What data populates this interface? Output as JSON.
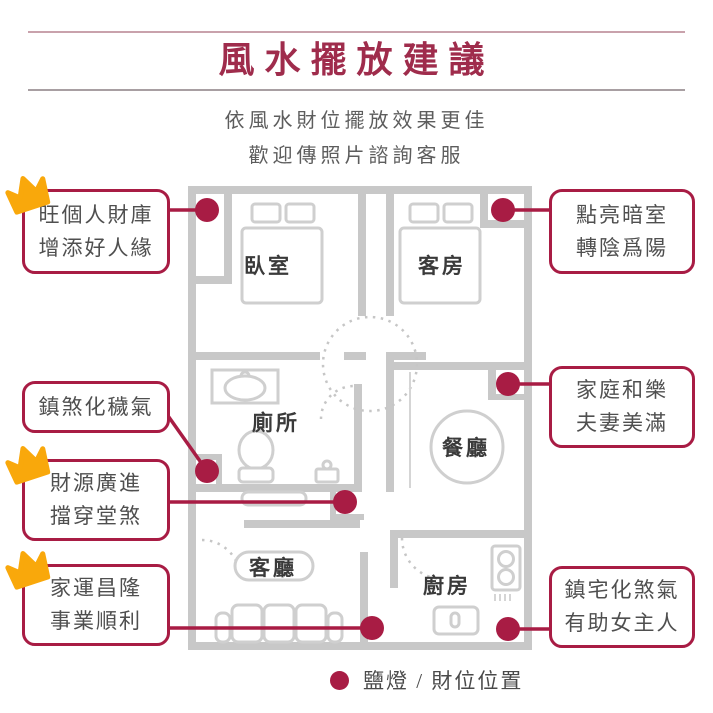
{
  "header": {
    "title": "風水擺放建議",
    "subtitle_line1": "依風水財位擺放效果更佳",
    "subtitle_line2": "歡迎傳照片諮詢客服"
  },
  "floorplan": {
    "rooms": {
      "bedroom": "臥室",
      "guest_room": "客房",
      "toilet": "廁所",
      "dining": "餐廳",
      "living": "客廳",
      "kitchen": "廚房"
    }
  },
  "callouts": [
    {
      "id": "personal-wealth",
      "crown": true,
      "line1": "旺個人財庫",
      "line2": "增添好人緣"
    },
    {
      "id": "brighten-dark-room",
      "crown": false,
      "line1": "點亮暗室",
      "line2": "轉陰爲陽"
    },
    {
      "id": "suppress-filth",
      "crown": false,
      "line1": "鎮煞化穢氣",
      "line2": ""
    },
    {
      "id": "wealth-inflow",
      "crown": true,
      "line1": "財源廣進",
      "line2": "擋穿堂煞"
    },
    {
      "id": "family-fortune",
      "crown": true,
      "line1": "家運昌隆",
      "line2": "事業順利"
    },
    {
      "id": "family-harmony",
      "crown": false,
      "line1": "家庭和樂",
      "line2": "夫妻美滿"
    },
    {
      "id": "guard-house",
      "crown": false,
      "line1": "鎮宅化煞氣",
      "line2": "有助女主人"
    }
  ],
  "legend": {
    "label": "鹽燈 / 財位位置"
  },
  "colors": {
    "accent": "#A81C44",
    "title": "#9F2C4C",
    "crown_gold": "#F9A80B",
    "wall_gray": "#C8C8C8",
    "text_gray": "#4A4A4A"
  }
}
